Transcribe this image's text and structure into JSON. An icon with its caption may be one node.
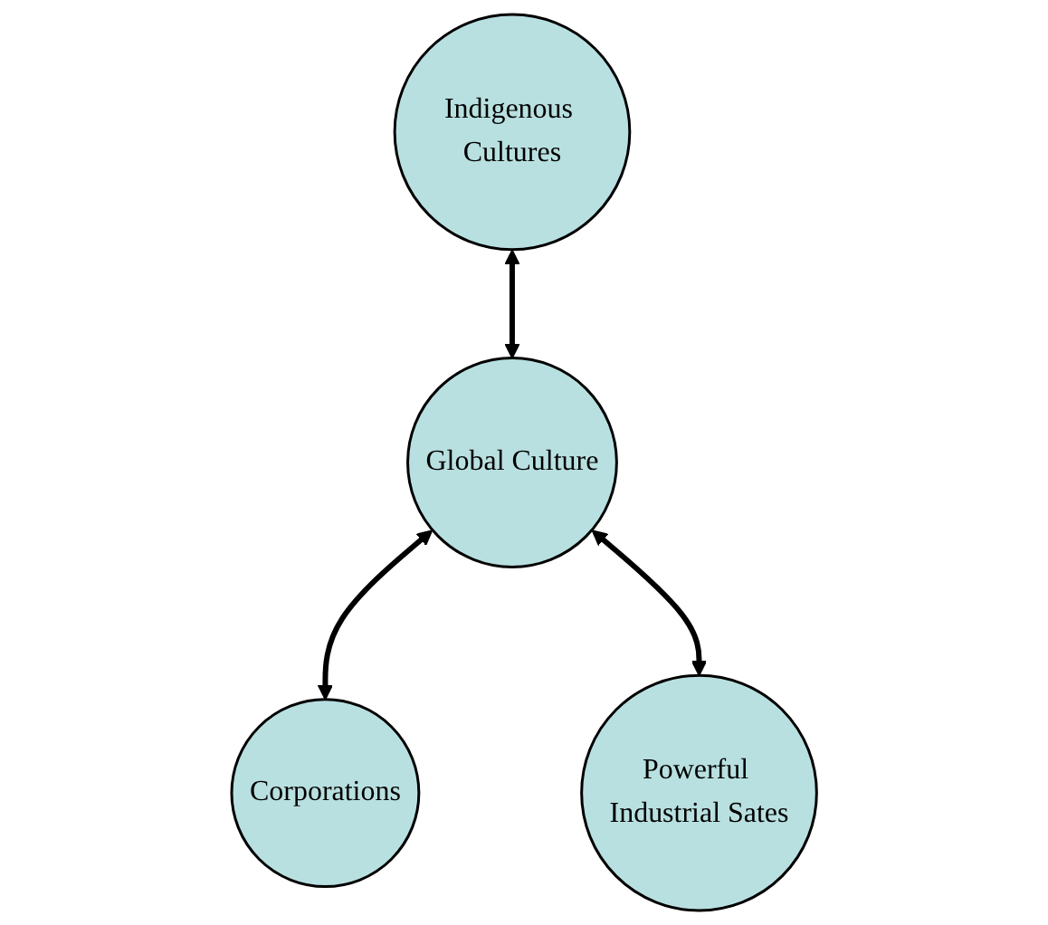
{
  "diagram": {
    "nodes": [
      {
        "text": [
          "Indigenous Cultures"
        ]
      },
      {
        "text": [
          "Global Culture"
        ]
      },
      {
        "text": [
          "Corporations"
        ]
      },
      {
        "text": [
          "Powerful Industrial Sates"
        ]
      }
    ],
    "edges": [
      {
        "from": 0,
        "to": 1,
        "arrow": "both"
      },
      {
        "from": 1,
        "to": 2,
        "arrow": "both"
      },
      {
        "from": 1,
        "to": 3,
        "arrow": "both"
      }
    ]
  }
}
